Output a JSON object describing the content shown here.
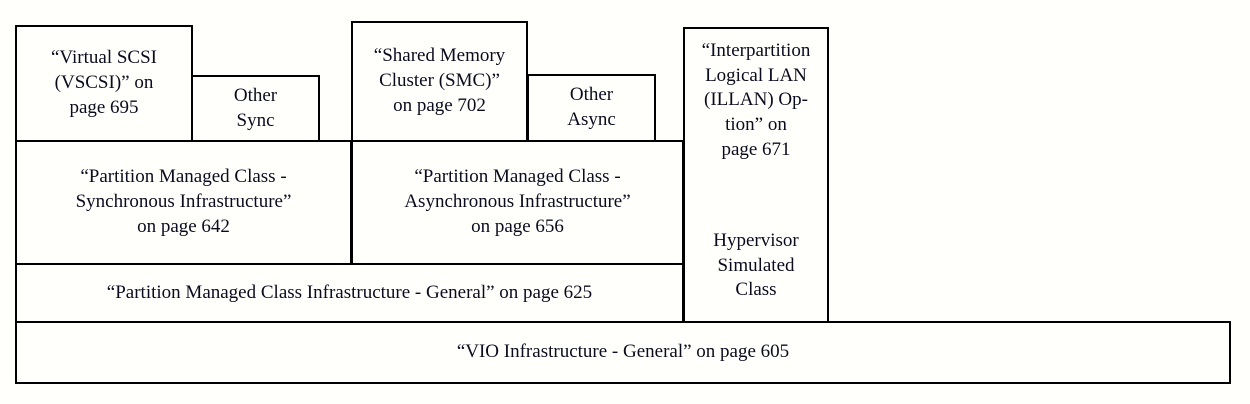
{
  "diagram": {
    "title": "VIO Infrastructure layering diagram",
    "type": "layered-block-diagram",
    "colors": {
      "background": "#fffffc",
      "box_fill": "#fffffc",
      "box_border": "#000000",
      "text": "#0b0b1e"
    },
    "boxes": {
      "vscsi": {
        "label": "“Virtual SCSI\n(VSCSI)” on\npage 695",
        "page_reference": "695"
      },
      "other_sync": {
        "label": "Other\nSync"
      },
      "smc": {
        "label": "“Shared Memory\nCluster (SMC)”\non page 702",
        "page_reference": "702"
      },
      "other_async": {
        "label": "Other\nAsync"
      },
      "illan": {
        "label": "“Interpartition\nLogical LAN\n(ILLAN) Op-\ntion” on\npage 671",
        "sub_label": "Hypervisor\nSimulated\nClass",
        "page_reference": "671"
      },
      "sync_infra": {
        "label": "“Partition Managed Class -\nSynchronous Infrastructure”\non page 642",
        "page_reference": "642"
      },
      "async_infra": {
        "label": "“Partition Managed Class -\nAsynchronous Infrastructure”\non page 656",
        "page_reference": "656"
      },
      "pmc_general": {
        "label": "“Partition Managed Class Infrastructure - General” on page 625",
        "page_reference": "625"
      },
      "vio_general": {
        "label": "“VIO Infrastructure - General” on page 605",
        "page_reference": "605"
      }
    }
  }
}
